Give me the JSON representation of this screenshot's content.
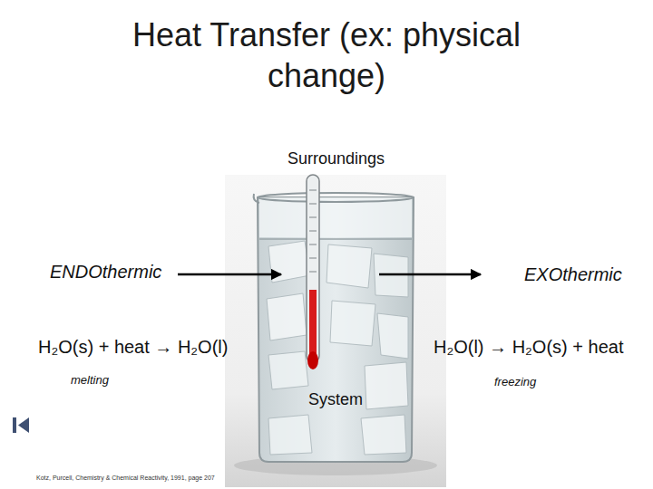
{
  "diagram": {
    "title": "Heat Transfer (ex: physical change)",
    "nodes": [
      {
        "text": [
          "Surroundings"
        ]
      },
      {
        "text": [
          "System"
        ],
        "in": 0
      }
    ],
    "labels": [
      "ENDOthermic",
      "EXOthermic",
      "H₂O(s) + heat → H₂O(l)",
      "melting",
      "H₂O(l) → H₂O(s) + heat",
      "freezing",
      "Kotz, Purcell, Chemistry & Chemical Reactivity, 1991, page 207"
    ]
  }
}
